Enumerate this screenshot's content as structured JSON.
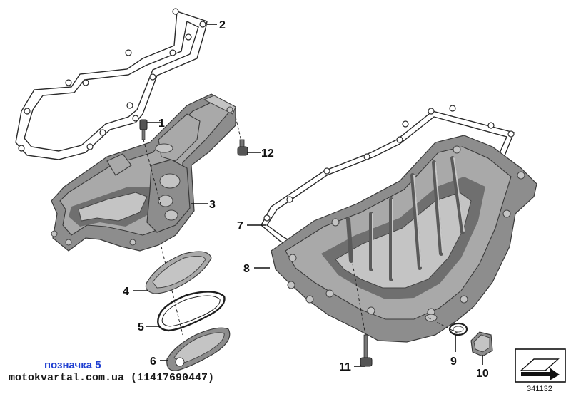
{
  "diagram": {
    "part_numbers": [
      "1",
      "2",
      "3",
      "4",
      "5",
      "6",
      "7",
      "8",
      "9",
      "10",
      "11",
      "12"
    ],
    "reference_number": "341132"
  },
  "watermark": {
    "label": "позначка 5",
    "site": "motokvartal.com.ua (11417690447)",
    "label_color": "#1f3fd1"
  },
  "colors": {
    "casting": "#a9a9a9",
    "casting_dark": "#8d8d8d",
    "line": "#111111",
    "background": "#ffffff"
  }
}
